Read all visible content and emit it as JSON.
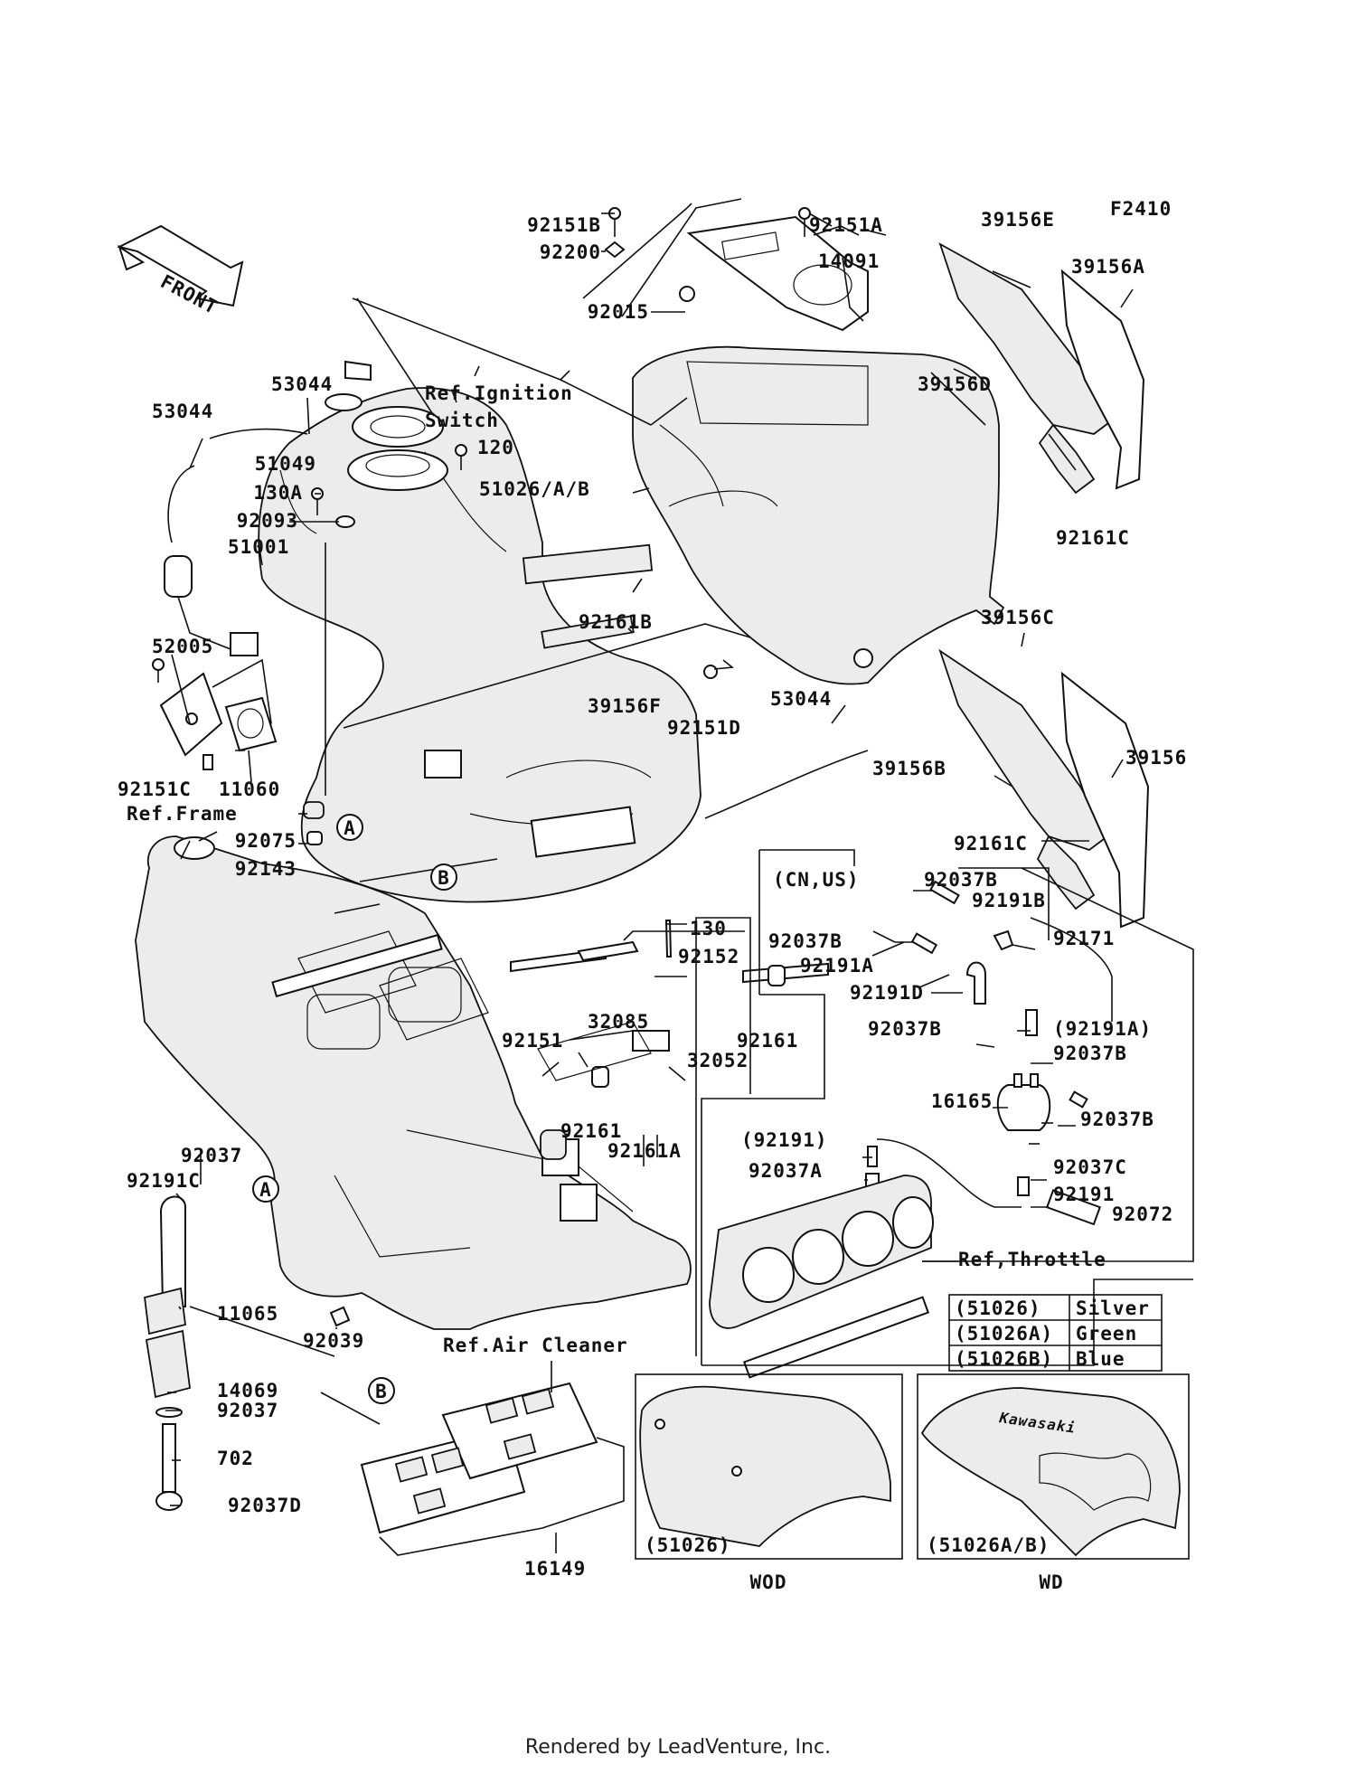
{
  "diagram_code": "F2410",
  "front_label": "FRONT",
  "callout_a": "A",
  "callout_b": "B",
  "footer": "Rendered by LeadVenture, Inc.",
  "labels": {
    "p92151B": "92151B",
    "p92200": "92200",
    "p92015": "92015",
    "p92151A": "92151A",
    "p14091": "14091",
    "p39156E": "39156E",
    "p39156A": "39156A",
    "p39156D": "39156D",
    "p92161C_1": "92161C",
    "p53044_1": "53044",
    "p53044_2": "53044",
    "ref_ignition_1": "Ref.Ignition",
    "ref_ignition_2": "Switch",
    "p120": "120",
    "p51049": "51049",
    "p130A": "130A",
    "p92093": "92093",
    "p51001": "51001",
    "p51026AB": "51026/A/B",
    "p92161B": "92161B",
    "p39156F": "39156F",
    "p39156C": "39156C",
    "p92151D": "92151D",
    "p53044_3": "53044",
    "p39156": "39156",
    "p39156B": "39156B",
    "p92161C_2": "92161C",
    "p52005": "52005",
    "p92151C": "92151C",
    "p11060": "11060",
    "ref_frame": "Ref.Frame",
    "p92075": "92075",
    "p92143": "92143",
    "cn_us": "(CN,US)",
    "p92037B_1": "92037B",
    "p92191B": "92191B",
    "p130": "130",
    "p92152": "92152",
    "p92037B_2": "92037B",
    "p92191A": "92191A",
    "p92171": "92171",
    "p92191D": "92191D",
    "p92151": "92151",
    "p32085": "32085",
    "p92161_1": "92161",
    "p92037B_3": "92037B",
    "p92191A_paren": "(92191A)",
    "p32052": "32052",
    "p92037B_4": "92037B",
    "p16165": "16165",
    "p92037B_5": "92037B",
    "p92161_2": "92161",
    "p92191_paren": "(92191)",
    "p92161A": "92161A",
    "p92037A": "92037A",
    "p92037C": "92037C",
    "p92191": "92191",
    "p92072": "92072",
    "p92037_1": "92037",
    "p92191C": "92191C",
    "ref_throttle": "Ref,Throttle",
    "p11065": "11065",
    "p92039": "92039",
    "ref_air_cleaner": "Ref.Air Cleaner",
    "p14069": "14069",
    "p92037_2": "92037",
    "p702": "702",
    "p92037D": "92037D",
    "p16149": "16149",
    "inset_left": "(51026)",
    "inset_right": "(51026A/B)",
    "inset_left_note": "WOD",
    "inset_right_note": "WD"
  },
  "color_table": {
    "rows": [
      {
        "code": "(51026)",
        "color": "Silver"
      },
      {
        "code": "(51026A)",
        "color": "Green"
      },
      {
        "code": "(51026B)",
        "color": "Blue"
      }
    ]
  }
}
